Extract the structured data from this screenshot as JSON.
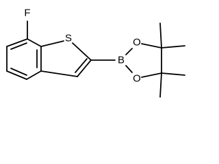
{
  "molecule": {
    "atoms": {
      "fluorine": "F",
      "sulfur": "S",
      "boron": "B",
      "oxygen_top": "O",
      "oxygen_bottom": "O"
    }
  }
}
